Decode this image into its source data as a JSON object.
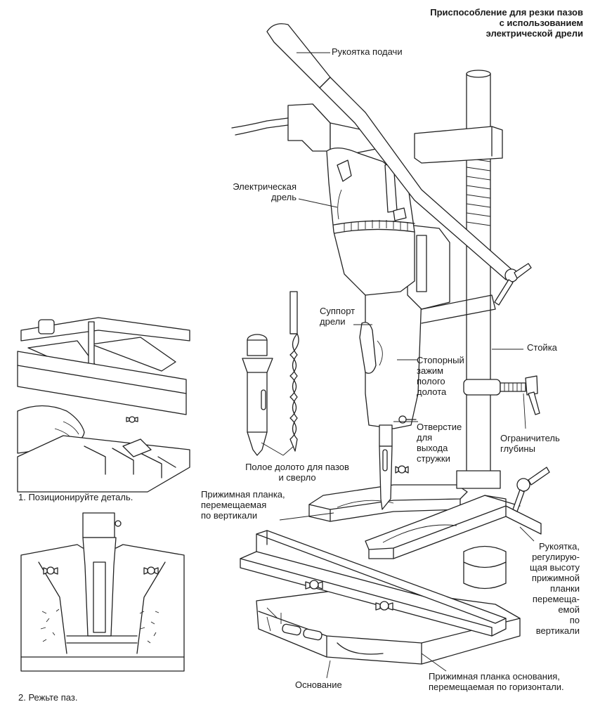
{
  "title": "Приспособление для резки пазов\nс использованием\nэлектрической дрели",
  "labels": {
    "feed_handle": "Рукоятка подачи",
    "electric_drill": "Электрическая\nдрель",
    "drill_carriage": "Суппорт\nдрели",
    "column": "Стойка",
    "chisel_clamp": "Стопорный\nзажим\nполого\nдолота",
    "chip_outlet": "Отверстие\nдля\nвыхода\nстружки",
    "depth_stop": "Ограничитель\nглубины",
    "chisel_and_bit": "Полое долото для пазов\nи сверло",
    "vertical_holddown": "Прижимная планка,\nперемещаемая\nпо вертикали",
    "holddown_height_handle": "Рукоятка,\nрегулирую-\nщая высоту\nприжимной\nпланки\nперемеща-\nемой\nпо\nвертикали",
    "base": "Основание",
    "horizontal_fence": "Прижимная планка основания,\nперемещаемая по горизонтали."
  },
  "steps": {
    "step1": "1. Позиционируйте деталь.",
    "step2": "2. Режьте паз."
  },
  "colors": {
    "ink": "#1a1a1a",
    "paper": "#ffffff"
  }
}
